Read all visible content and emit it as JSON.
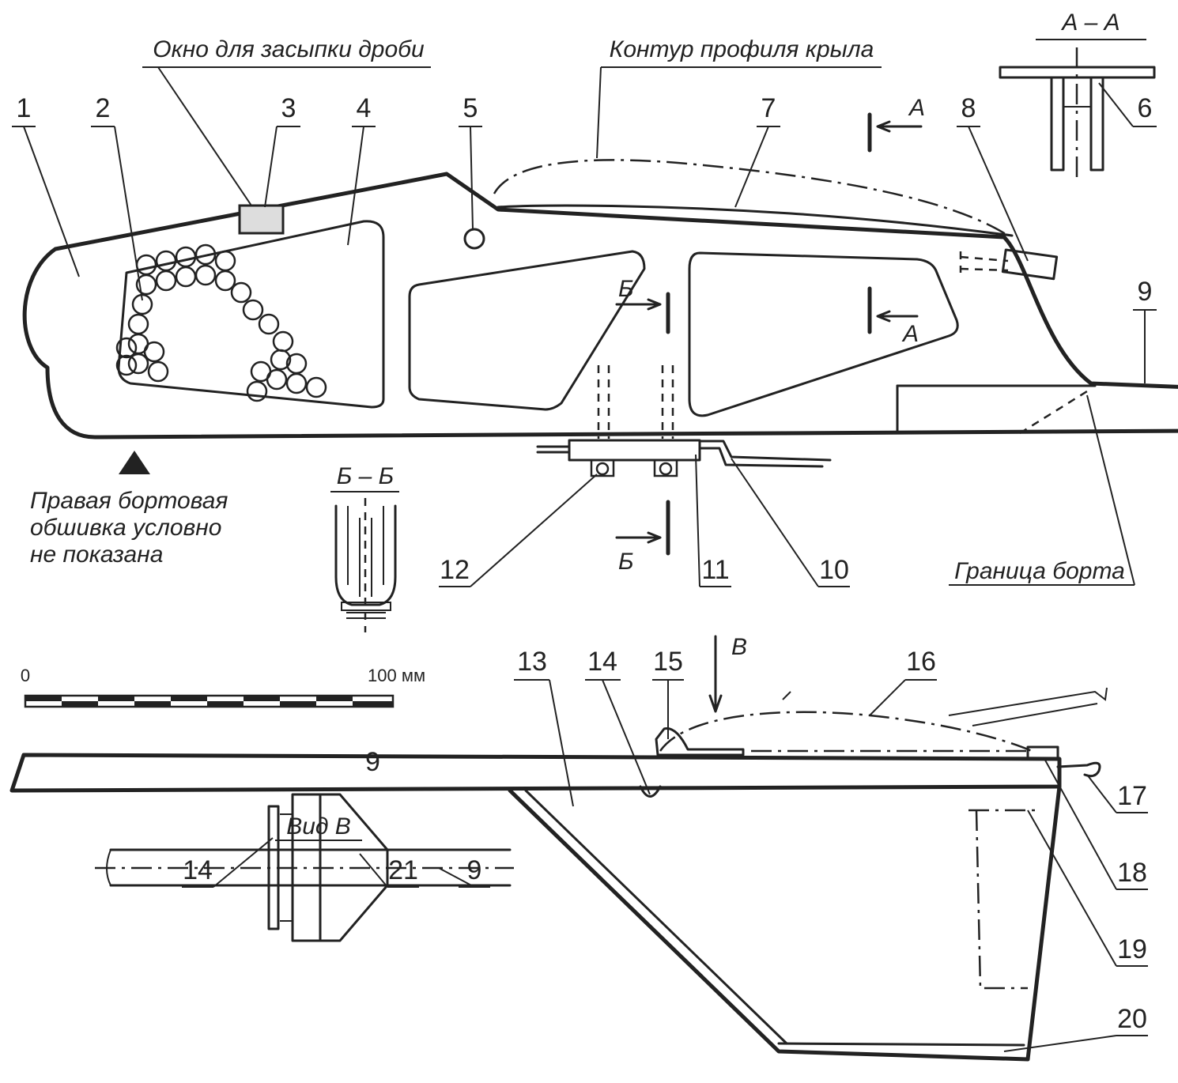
{
  "top_view": {
    "labels": {
      "window_shot": "Окно для засыпки дроби",
      "wing_contour": "Контур профиля крыла",
      "right_skin_note": [
        "Правая бортовая",
        "обшивка условно",
        "не показана"
      ],
      "board_border": "Граница борта"
    },
    "section_aa": "А – А",
    "section_bb": "Б – Б",
    "cut_a": "А",
    "cut_b": "Б",
    "callouts": [
      "1",
      "2",
      "3",
      "4",
      "5",
      "6",
      "7",
      "8",
      "9",
      "10",
      "11",
      "12"
    ]
  },
  "bottom_view": {
    "view_b_title": "Вид В",
    "arrow_b": "В",
    "scale": {
      "start": "0",
      "end": "100 мм"
    },
    "callouts": [
      "13",
      "14",
      "15",
      "16",
      "17",
      "18",
      "19",
      "20",
      "21",
      "14",
      "9"
    ]
  }
}
